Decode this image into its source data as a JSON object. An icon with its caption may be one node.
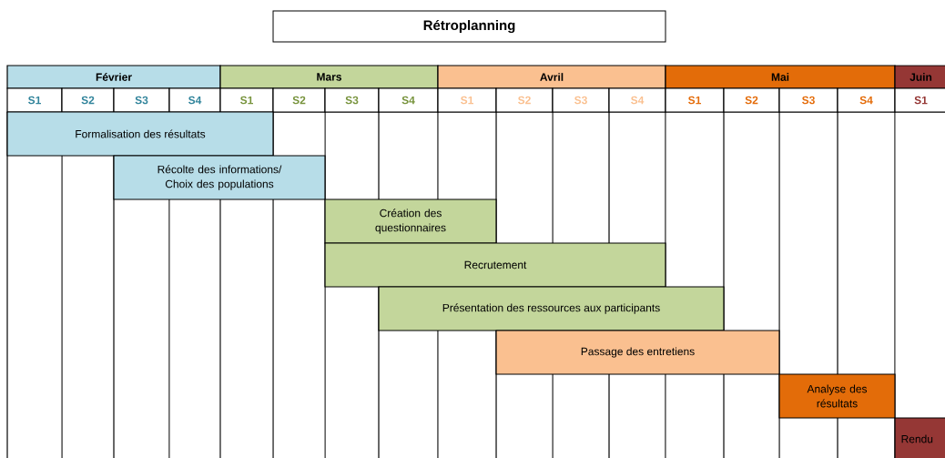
{
  "diagram": {
    "title": "Rétroplanning",
    "nodes": [
      {
        "text": [
          "Février"
        ]
      },
      {
        "text": [
          "Mars"
        ]
      },
      {
        "text": [
          "Avril"
        ]
      },
      {
        "text": [
          "Mai"
        ]
      },
      {
        "text": [
          "Juin"
        ]
      },
      {
        "text": [
          "S1"
        ]
      },
      {
        "text": [
          "S2"
        ]
      },
      {
        "text": [
          "S3"
        ]
      },
      {
        "text": [
          "S4"
        ]
      },
      {
        "text": [
          "S1"
        ]
      },
      {
        "text": [
          "S2"
        ]
      },
      {
        "text": [
          "S3"
        ]
      },
      {
        "text": [
          "S4"
        ]
      },
      {
        "text": [
          "S1"
        ]
      },
      {
        "text": [
          "S2"
        ]
      },
      {
        "text": [
          "S3"
        ]
      },
      {
        "text": [
          "S4"
        ]
      },
      {
        "text": [
          "S1"
        ]
      },
      {
        "text": [
          "S2"
        ]
      },
      {
        "text": [
          "S3"
        ]
      },
      {
        "text": [
          "S4"
        ]
      },
      {
        "text": [
          "S1"
        ]
      },
      {
        "text": [
          "Formalisation des résultats"
        ]
      },
      {
        "text": [
          "Récolte des informations/ Choix des populations"
        ]
      },
      {
        "text": [
          "Création des questionnaires"
        ]
      },
      {
        "text": [
          "Recrutement"
        ]
      },
      {
        "text": [
          "Présentation des ressources aux participants"
        ]
      },
      {
        "text": [
          "Passage des entretiens"
        ]
      },
      {
        "text": [
          "Analyse des résultats"
        ]
      },
      {
        "text": [
          "Rendu"
        ]
      }
    ]
  }
}
